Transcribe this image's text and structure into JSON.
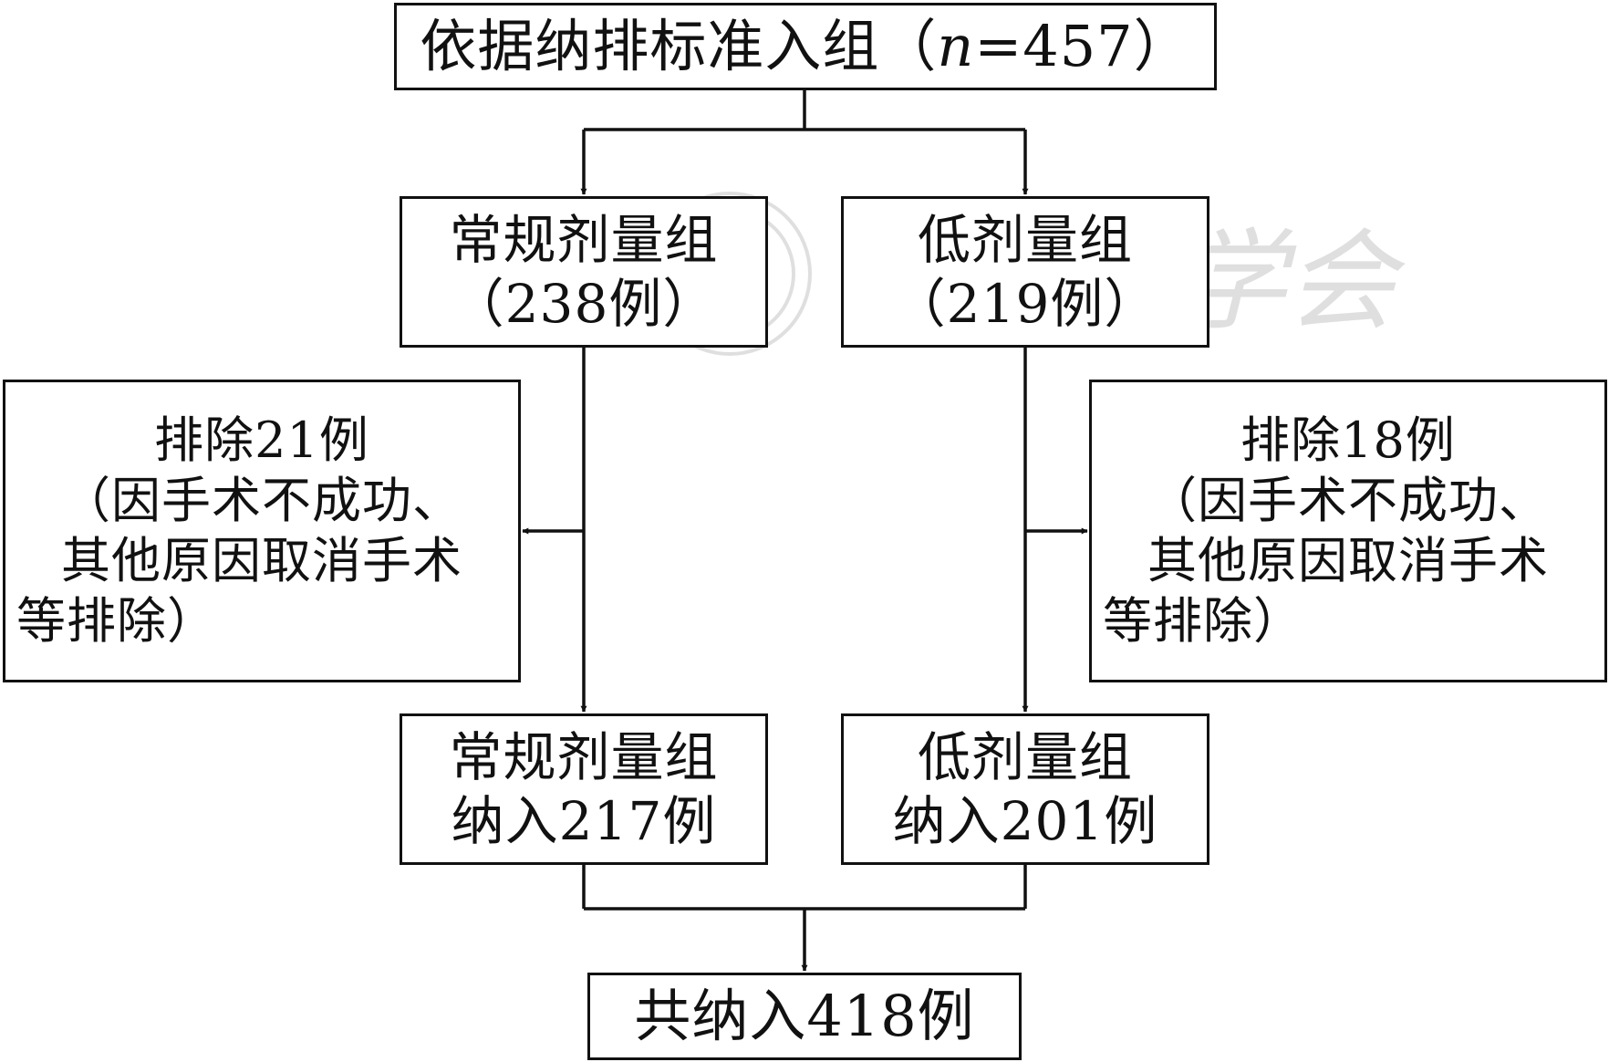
{
  "flowchart": {
    "enrollment": {
      "prefix": "依据纳排标准入组（",
      "n_symbol": "n",
      "n_value": "=457",
      "suffix": "）"
    },
    "standard_group": {
      "name": "常规剂量组",
      "count": "（238例）"
    },
    "low_group": {
      "name": "低剂量组",
      "count": "（219例）"
    },
    "standard_exclusion": {
      "title": "排除21例",
      "reason_line1": "（因手术不成功、",
      "reason_line2": "其他原因取消手术",
      "reason_line3": "等排除）"
    },
    "low_exclusion": {
      "title": "排除18例",
      "reason_line1": "（因手术不成功、",
      "reason_line2": "其他原因取消手术",
      "reason_line3": "等排除）"
    },
    "standard_final": {
      "name": "常规剂量组",
      "included": "纳入217例"
    },
    "low_final": {
      "name": "低剂量组",
      "included": "纳入201例"
    },
    "total": {
      "label": "共纳入418例"
    }
  },
  "watermark": {
    "text": "中华医学会"
  },
  "colors": {
    "ink": "#111111",
    "background": "#ffffff"
  }
}
